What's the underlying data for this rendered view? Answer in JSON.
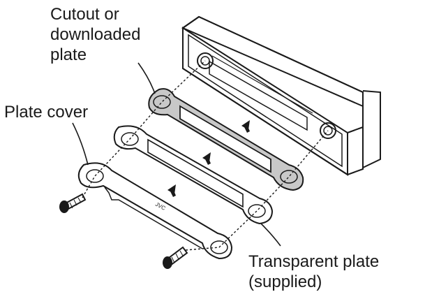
{
  "labels": {
    "cutout_plate": "Cutout or\ndownloaded\nplate",
    "plate_cover": "Plate cover",
    "transparent_plate": "Transparent plate\n(supplied)"
  },
  "cover_marking": "JVC",
  "colors": {
    "ink": "#1a1a1a",
    "background": "#ffffff",
    "plate_fill": "#c8c8c8"
  }
}
